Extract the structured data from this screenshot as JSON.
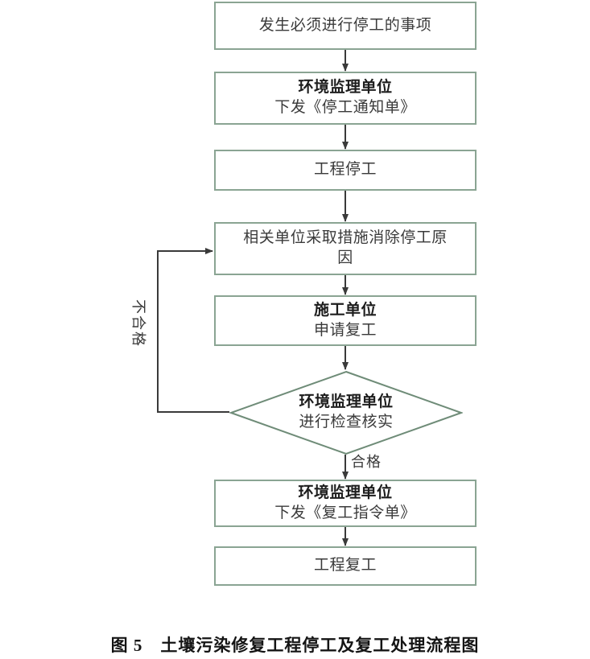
{
  "figure": {
    "caption_prefix": "图 5",
    "caption_title": "土壤污染修复工程停工及复工处理流程图",
    "accent_border_color": "#8aa493",
    "connector_color": "#3a3a3a",
    "text_color": "#3a3a3a",
    "background_color": "#ffffff"
  },
  "nodes": [
    {
      "id": "trigger-event",
      "shape": "rect",
      "line1": "发生必须进行停工的事项",
      "line2": ""
    },
    {
      "id": "issue-stop-notice",
      "shape": "rect",
      "line1": "环境监理单位",
      "line2": "下发《停工通知单》"
    },
    {
      "id": "project-stopped",
      "shape": "rect",
      "line1": "工程停工",
      "line2": ""
    },
    {
      "id": "remove-cause",
      "shape": "rect",
      "line1": "相关单位采取措施消除停工原",
      "line2": "因"
    },
    {
      "id": "apply-resume",
      "shape": "rect",
      "line1": "施工单位",
      "line2": "申请复工"
    },
    {
      "id": "inspection-check",
      "shape": "diamond",
      "line1": "环境监理单位",
      "line2": "进行检查核实"
    },
    {
      "id": "issue-resume-order",
      "shape": "rect",
      "line1": "环境监理单位",
      "line2": "下发《复工指令单》"
    },
    {
      "id": "project-resumed",
      "shape": "rect",
      "line1": "工程复工",
      "line2": ""
    }
  ],
  "edge_labels": {
    "fail_branch": "不合格",
    "pass_branch": "合格"
  }
}
